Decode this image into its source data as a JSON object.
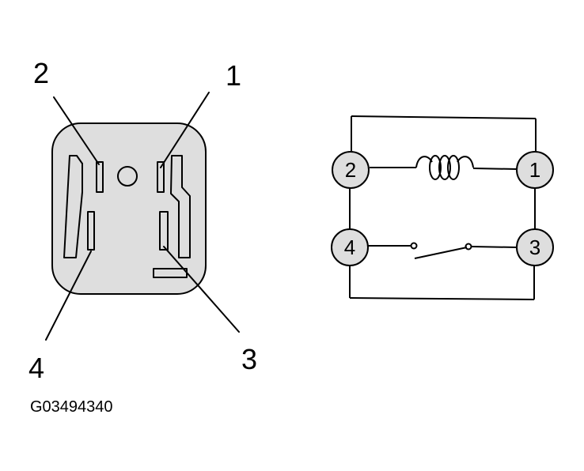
{
  "connector_view": {
    "callouts": {
      "pin1": "1",
      "pin2": "2",
      "pin3": "3",
      "pin4": "4"
    }
  },
  "schematic": {
    "terminals": {
      "t1": "1",
      "t2": "2",
      "t3": "3",
      "t4": "4"
    },
    "components": [
      "coil-icon",
      "switch-icon"
    ]
  },
  "figure_code": "G03494340",
  "colors": {
    "fill": "#dedede",
    "line": "#000000"
  }
}
